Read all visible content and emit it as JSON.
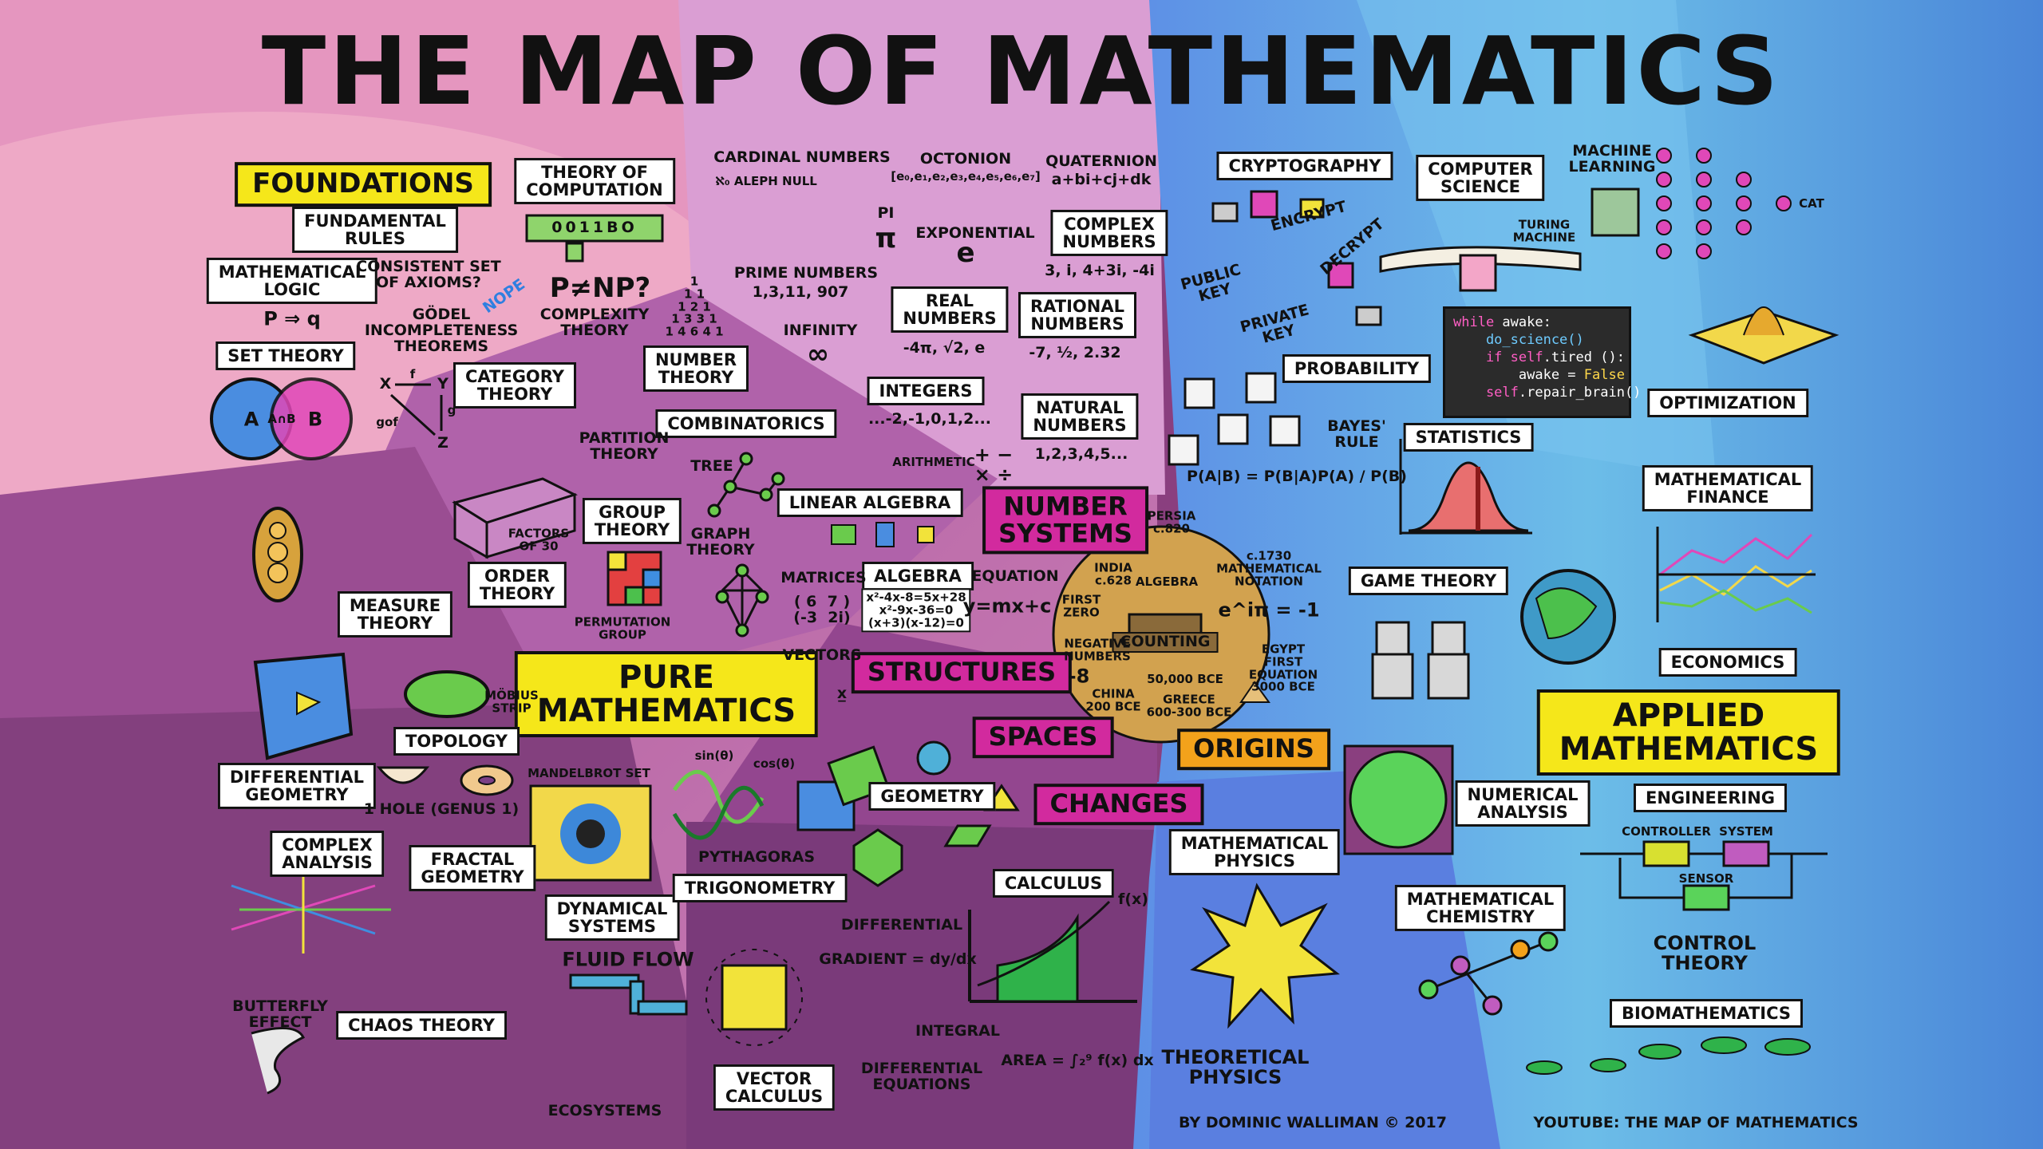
{
  "title": "THE MAP OF MATHEMATICS",
  "headers": {
    "foundations": "FOUNDATIONS",
    "pure_mathematics": "PURE\nMATHEMATICS",
    "number_systems": "NUMBER\nSYSTEMS",
    "structures": "STRUCTURES",
    "spaces": "SPACES",
    "changes": "CHANGES",
    "origins": "ORIGINS",
    "applied_mathematics": "APPLIED\nMATHEMATICS"
  },
  "boxes": {
    "fundamental_rules": "FUNDAMENTAL\nRULES",
    "mathematical_logic": "MATHEMATICAL\nLOGIC",
    "set_theory": "SET THEORY",
    "category_theory": "CATEGORY\nTHEORY",
    "theory_of_computation": "THEORY OF\nCOMPUTATION",
    "number_theory": "NUMBER\nTHEORY",
    "combinatorics": "COMBINATORICS",
    "group_theory": "GROUP\nTHEORY",
    "order_theory": "ORDER\nTHEORY",
    "measure_theory": "MEASURE\nTHEORY",
    "linear_algebra": "LINEAR ALGEBRA",
    "algebra": "ALGEBRA",
    "complex_numbers": "COMPLEX\nNUMBERS",
    "real_numbers": "REAL\nNUMBERS",
    "rational_numbers": "RATIONAL\nNUMBERS",
    "integers": "INTEGERS",
    "natural_numbers": "NATURAL\nNUMBERS",
    "topology": "TOPOLOGY",
    "differential_geometry": "DIFFERENTIAL\nGEOMETRY",
    "complex_analysis": "COMPLEX\nANALYSIS",
    "fractal_geometry": "FRACTAL\nGEOMETRY",
    "dynamical_systems": "DYNAMICAL\nSYSTEMS",
    "trigonometry": "TRIGONOMETRY",
    "geometry": "GEOMETRY",
    "calculus": "CALCULUS",
    "chaos_theory": "CHAOS THEORY",
    "vector_calculus": "VECTOR\nCALCULUS",
    "cryptography": "CRYPTOGRAPHY",
    "computer_science": "COMPUTER\nSCIENCE",
    "probability": "PROBABILITY",
    "statistics": "STATISTICS",
    "optimization": "OPTIMIZATION",
    "mathematical_finance": "MATHEMATICAL\nFINANCE",
    "game_theory": "GAME THEORY",
    "economics": "ECONOMICS",
    "numerical_analysis": "NUMERICAL\nANALYSIS",
    "engineering": "ENGINEERING",
    "mathematical_physics": "MATHEMATICAL\nPHYSICS",
    "mathematical_chemistry": "MATHEMATICAL\nCHEMISTRY",
    "biomathematics": "BIOMATHEMATICS"
  },
  "notes": {
    "consistent_axioms": "CONSISTENT SET\nOF AXIOMS?",
    "nope": "NOPE",
    "godel": "GÖDEL\nINCOMPLETENESS\nTHEOREMS",
    "p_implies_q": "P ⇒ q",
    "venn_a": "A",
    "venn_ab": "A∩B",
    "venn_b": "B",
    "cat_x": "X",
    "cat_y": "Y",
    "cat_z": "Z",
    "cat_f": "f",
    "cat_g": "g",
    "cat_gof": "gof",
    "binary": "0011BO",
    "p_not_np": "P≠NP?",
    "complexity_theory": "COMPLEXITY\nTHEORY",
    "pascal": "1\n1 1\n1 2 1\n1 3 3 1\n1 4 6 4 1",
    "cardinal_numbers": "CARDINAL NUMBERS",
    "aleph_null": "ℵ₀ ALEPH NULL",
    "octonion": "OCTONION",
    "octonion_formula": "[e₀,e₁,e₂,e₃,e₄,e₅,e₆,e₇]",
    "quaternion": "QUATERNION",
    "quaternion_formula": "a+bi+cj+dk",
    "pi_label": "PI",
    "pi_symbol": "π",
    "exponential": "EXPONENTIAL",
    "e_symbol": "e",
    "prime_numbers": "PRIME NUMBERS",
    "primes": "1,3,11, 907",
    "infinity": "INFINITY",
    "infinity_symbol": "∞",
    "complex_examples": "3, i, 4+3i, -4i",
    "real_examples": "-4π, √2, e",
    "rational_examples": "-7, ½, 2.32",
    "integer_examples": "...-2,-1,0,1,2...",
    "natural_examples": "1,2,3,4,5...",
    "arithmetic": "ARITHMETIC",
    "arith_symbols": "+ −\n× ÷",
    "partition_theory": "PARTITION\nTHEORY",
    "tree": "TREE",
    "graph_theory": "GRAPH\nTHEORY",
    "factors_of_30": "FACTORS\nOF 30",
    "permutation_group": "PERMUTATION\nGROUP",
    "matrices": "MATRICES",
    "matrix": "( 6  7 )\n(-3  2i)",
    "algebra_eq": "x²-4x-8=5x+28\nx²-9x-36=0\n(x+3)(x-12)=0",
    "equation": "EQUATION",
    "line_eq": "y=mx+c",
    "vectors": "VECTORS",
    "vector_symbol": "x̲",
    "mobius": "MÖBIUS\nSTRIP",
    "one_hole": "1 HOLE (GENUS 1)",
    "mandelbrot": "MANDELBROT SET",
    "sin": "sin(θ)",
    "cos": "cos(θ)",
    "pythagoras": "PYTHAGORAS",
    "butterfly": "BUTTERFLY\nEFFECT",
    "fluid_flow": "FLUID FLOW",
    "ecosystems": "ECOSYSTEMS",
    "differential": "DIFFERENTIAL",
    "gradient": "GRADIENT = dy/dx",
    "integral": "INTEGRAL",
    "area": "AREA = ∫₂⁹ f(x) dx",
    "fx": "f(x)",
    "diff_equations": "DIFFERENTIAL\nEQUATIONS",
    "persia": "PERSIA\nc.820",
    "india": "INDIA\nc.628",
    "algebra_small": "ALGEBRA",
    "first_zero": "FIRST\nZERO",
    "mathematical_notation": "c.1730\nMATHEMATICAL\nNOTATION",
    "euler": "e^iπ = -1",
    "counting": "COUNTING",
    "negative_numbers": "NEGATIVE\nNUMBERS",
    "minus_eight": "-8",
    "china": "CHINA\n200 BCE",
    "bce_50000": "50,000 BCE",
    "greece": "GREECE\n600-300 BCE",
    "egypt": "EGYPT\nFIRST\nEQUATION\n3000 BCE",
    "public_key": "PUBLIC\nKEY",
    "private_key": "PRIVATE\nKEY",
    "encrypt": "ENCRYPT",
    "decrypt": "DECRYPT",
    "turing_machine": "TURING\nMACHINE",
    "machine_learning": "MACHINE\nLEARNING",
    "cat": "CAT",
    "bayes_rule": "BAYES'\nRULE",
    "bayes_formula": "P(A|B) = P(B|A)P(A) / P(B)",
    "theoretical_physics": "THEORETICAL\nPHYSICS",
    "control_theory": "CONTROL\nTHEORY",
    "controller": "CONTROLLER",
    "system": "SYSTEM",
    "sensor": "SENSOR",
    "credit": "BY  DOMINIC WALLIMAN © 2017",
    "youtube": "YOUTUBE: THE MAP OF MATHEMATICS"
  },
  "code": {
    "line1_kw": "while",
    "line1": " awake:",
    "line2": "    do_science()",
    "line3_kw": "    if self",
    "line3": ".tired ():",
    "line4": "        awake = ",
    "line4_val": "False",
    "line5_kw": "    self",
    "line5": ".repair_brain()"
  },
  "colors": {
    "foundations_region": "#f0a7c4",
    "pure_region": "#c978b8",
    "deep_region": "#7e3d86",
    "applied_region": "#5aa7e6",
    "header_yellow": "#f5e71a",
    "header_magenta": "#d22a9e",
    "header_orange": "#f3a21b",
    "origins_circle": "#d2a24f"
  }
}
